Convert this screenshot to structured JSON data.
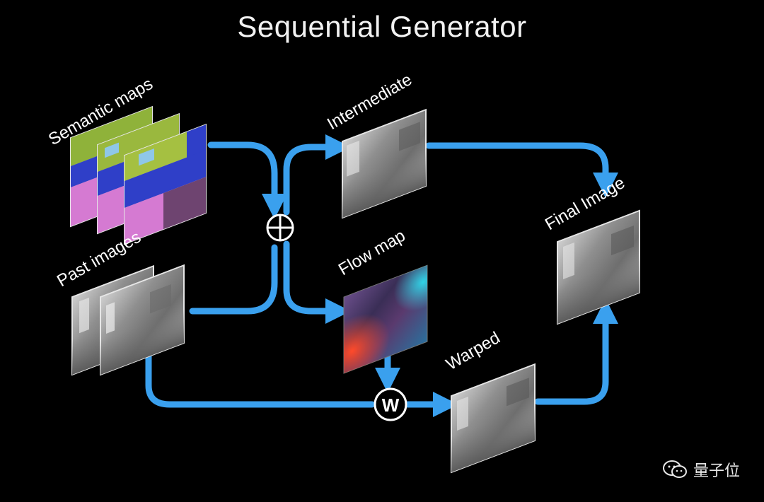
{
  "title": "Sequential Generator",
  "labels": {
    "semantic_maps": "Semantic maps",
    "past_images": "Past images",
    "intermediate": "Intermediate",
    "flow_map": "Flow map",
    "warped": "Warped",
    "final_image": "Final Image"
  },
  "operators": {
    "combine_symbol": "⊕",
    "warp_symbol": "W"
  },
  "watermark": {
    "text": "量子位",
    "icon": "wechat-icon"
  },
  "colors": {
    "background": "#000000",
    "arrow": "#3aa0ee",
    "text": "#ffffff"
  }
}
